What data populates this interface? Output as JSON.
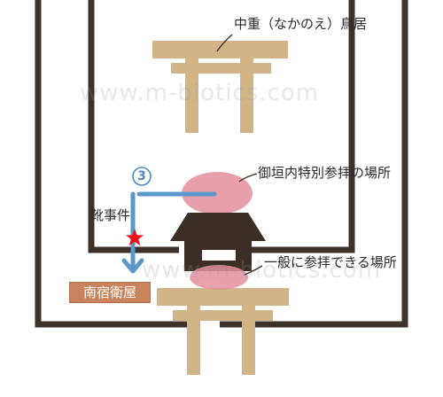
{
  "labels": {
    "naka_torii": "中重（なかのえ）鳥居",
    "special_worship": "御垣内特別参拝の場所",
    "general_worship": "一般に参拝できる場所",
    "incident": "靴事件",
    "station": "南宿衛屋",
    "step_number": "③"
  },
  "watermark": "www.m-biotics.com",
  "colors": {
    "fence": "#3d3129",
    "torii": "#d2b587",
    "shrine": "#3a2e26",
    "worship_area": "#e48f9f",
    "route": "#5b97c9",
    "star": "#e8141e",
    "station_fill": "#c9845d"
  },
  "icons": {
    "incident_marker": "star-icon",
    "direction": "arrow-down-icon"
  }
}
